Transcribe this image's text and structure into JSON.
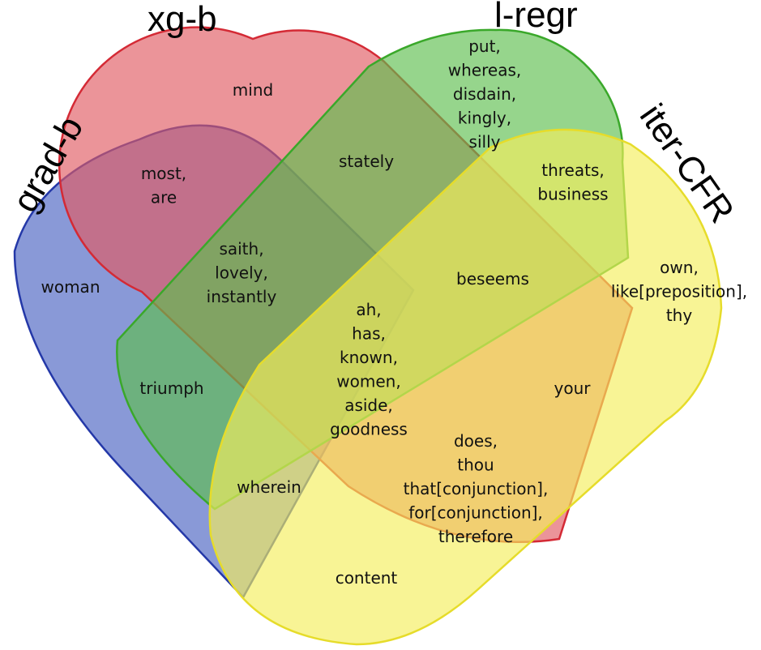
{
  "sets": [
    {
      "key": "grad_b",
      "label": "grad-b",
      "fill": "#4a63c2",
      "stroke": "#2438a8"
    },
    {
      "key": "xg_b",
      "label": "xg-b",
      "fill": "#e05a63",
      "stroke": "#d42a35"
    },
    {
      "key": "l_regr",
      "label": "l-regr",
      "fill": "#5dbf4e",
      "stroke": "#3aa82a"
    },
    {
      "key": "iter_cfr",
      "label": "iter-CFR",
      "fill": "#f4ee5c",
      "stroke": "#e6dc2a"
    }
  ],
  "regions": [
    {
      "key": "grad_b_only",
      "words": [
        "woman"
      ]
    },
    {
      "key": "xg_b_only",
      "words": [
        "mind"
      ]
    },
    {
      "key": "l_regr_only",
      "words": [
        "put,",
        "whereas,",
        "disdain,",
        "kingly,",
        "silly"
      ]
    },
    {
      "key": "iter_cfr_only",
      "words": [
        "own,",
        "like[preposition],",
        "thy"
      ]
    },
    {
      "key": "grad_b_xg_b",
      "words": [
        "most,",
        "are"
      ]
    },
    {
      "key": "xg_b_l_regr",
      "words": [
        "stately"
      ]
    },
    {
      "key": "l_regr_iter_cfr",
      "words": [
        "threats,",
        "business"
      ]
    },
    {
      "key": "grad_b_xg_b_l_regr",
      "words": [
        "saith,",
        "lovely,",
        "instantly"
      ]
    },
    {
      "key": "xg_b_l_regr_iter_cfr",
      "words": [
        "beseems"
      ]
    },
    {
      "key": "all_four",
      "words": [
        "ah,",
        "has,",
        "known,",
        "women,",
        "aside,",
        "goodness"
      ]
    },
    {
      "key": "grad_b_l_regr",
      "words": [
        "triumph"
      ]
    },
    {
      "key": "xg_b_iter_cfr",
      "words": [
        "your"
      ]
    },
    {
      "key": "grad_b_l_regr_iter_cfr",
      "words": [
        "wherein"
      ]
    },
    {
      "key": "grad_b_xg_b_iter_cfr",
      "words": [
        "does,",
        "thou",
        "that[conjunction],",
        "for[conjunction],",
        "therefore"
      ]
    },
    {
      "key": "grad_b_iter_cfr",
      "words": [
        "content"
      ]
    }
  ]
}
